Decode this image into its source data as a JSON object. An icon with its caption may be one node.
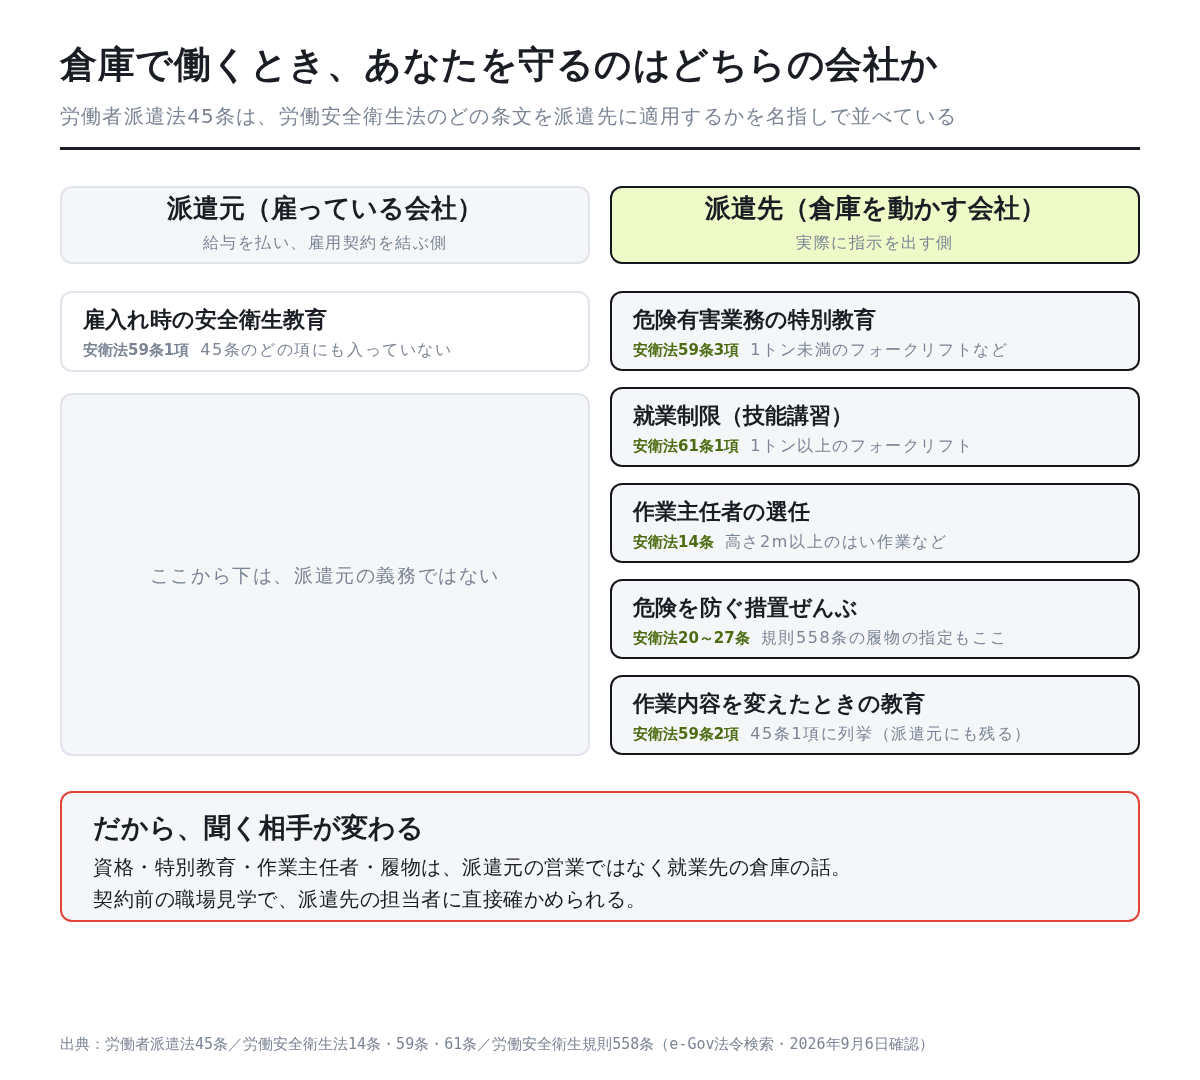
{
  "diagram": {
    "title": "倉庫で働くとき、あなたを守るのはどちらの会社か",
    "caption": "出典：労働者派遣法45条／労働安全衛生法14条・59条・61条／労働安全衛生規則558条（e-Gov法令検索・2026年9月6日確認）",
    "nodes": [
      {
        "text": [
          "派遣元（雇っている会社）",
          "給与を払い、雇用契約を結ぶ側"
        ]
      },
      {
        "text": [
          "派遣先（倉庫を動かす会社）",
          "実際に指示を出す側"
        ]
      },
      {
        "text": [
          "雇入れ時の安全衛生教育",
          "安衛法59条1項",
          "45条のどの項にも入っていない"
        ]
      },
      {
        "text": [
          "危険有害業務の特別教育",
          "安衛法59条3項",
          "1トン未満のフォークリフトなど"
        ]
      },
      {
        "text": [
          "ここから下は、派遣元の義務ではない"
        ]
      },
      {
        "text": [
          "就業制限（技能講習）",
          "安衛法61条1項",
          "1トン以上のフォークリフト"
        ]
      },
      {
        "text": [
          "作業主任者の選任",
          "安衛法14条",
          "高さ2m以上のはい作業など"
        ]
      },
      {
        "text": [
          "危険を防ぐ措置ぜんぶ",
          "安衛法20～27条",
          "規則558条の履物の指定もここ"
        ]
      },
      {
        "text": [
          "作業内容を変えたときの教育",
          "安衛法59条2項",
          "45条1項に列挙（派遣元にも残る）"
        ]
      },
      {
        "text": [
          "だから、聞く相手が変わる",
          "資格・特別教育・作業主任者・履物は、派遣元の営業ではなく就業先の倉庫の話。",
          "契約前の職場見学で、派遣先の担当者に直接確かめられる。"
        ]
      }
    ],
    "labels": [
      "労働者派遣法45条は、労働安全衛生法のどの条文を派遣先に適用するかを名指しで並べている"
    ]
  }
}
